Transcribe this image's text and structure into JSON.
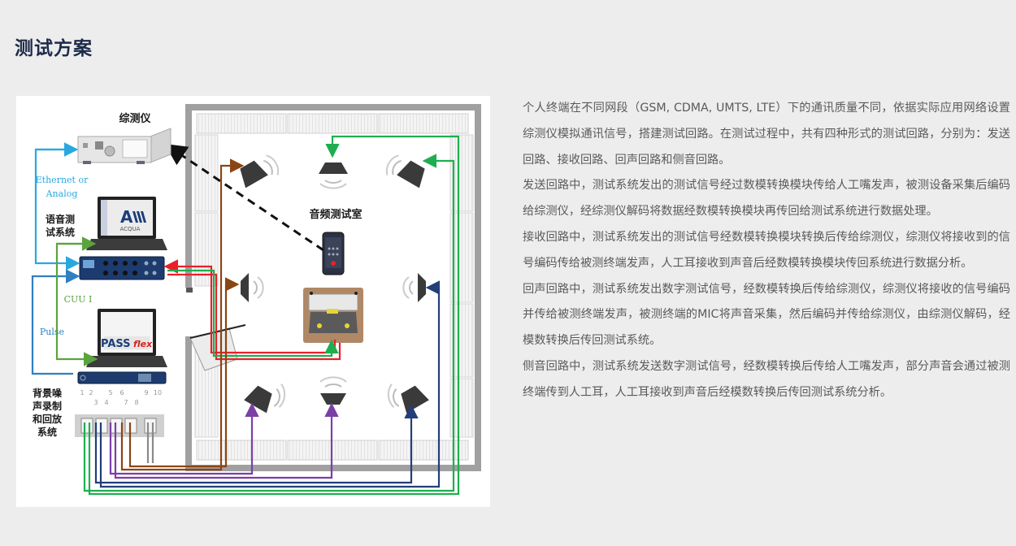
{
  "page": {
    "title": "测试方案"
  },
  "diagram": {
    "labels": {
      "instrument": "综测仪",
      "voice_system": [
        "语音测",
        "试系统"
      ],
      "ethernet": [
        "Ethernet or",
        "Analog"
      ],
      "cuu": "CUU I",
      "pulse": "Pulse",
      "noise_system": [
        "背景噪",
        "声录制",
        "和回放",
        "系统"
      ],
      "room": "音频测试室",
      "acqua_logo": "ACQUA",
      "pass_logo": "PASS",
      "pass_logo_suffix": "flex",
      "channels": [
        "1",
        "2",
        "3",
        "4",
        "5",
        "6",
        "7",
        "8",
        "9",
        "10"
      ]
    },
    "line_colors": {
      "ethernet": "#29a8e0",
      "pulse": "#2f7fc1",
      "cuu": "#5aa43c",
      "red": "#e8202a",
      "green": "#1fae4f",
      "brown": "#8b4513",
      "purple": "#7b3fa6",
      "navy": "#233e7a",
      "gray": "#8a8a8a"
    }
  },
  "description": {
    "paragraphs": [
      "个人终端在不同网段（GSM, CDMA, UMTS, LTE）下的通讯质量不同，依据实际应用网络设置综测仪模拟通讯信号，搭建测试回路。在测试过程中，共有四种形式的测试回路，分别为：发送回路、接收回路、回声回路和侧音回路。",
      "发送回路中，测试系统发出的测试信号经过数模转换模块传给人工嘴发声，被测设备采集后编码给综测仪，经综测仪解码将数据经数模转换模块再传回给测试系统进行数据处理。",
      "接收回路中，测试系统发出的测试信号经数模转换模块转换后传给综测仪，综测仪将接收到的信号编码传给被测终端发声，人工耳接收到声音后经数模转换模块传回系统进行数据分析。",
      "回声回路中，测试系统发出数字测试信号，经数模转换后传给综测仪，综测仪将接收的信号编码并传给被测终端发声，被测终端的MIC将声音采集，然后编码并传给综测仪，由综测仪解码，经模数转换后传回测试系统。",
      "侧音回路中，测试系统发送数字测试信号，经数模转换后传给人工嘴发声，部分声音会通过被测终端传到人工耳，人工耳接收到声音后经模数转换后传回测试系统分析。"
    ]
  }
}
